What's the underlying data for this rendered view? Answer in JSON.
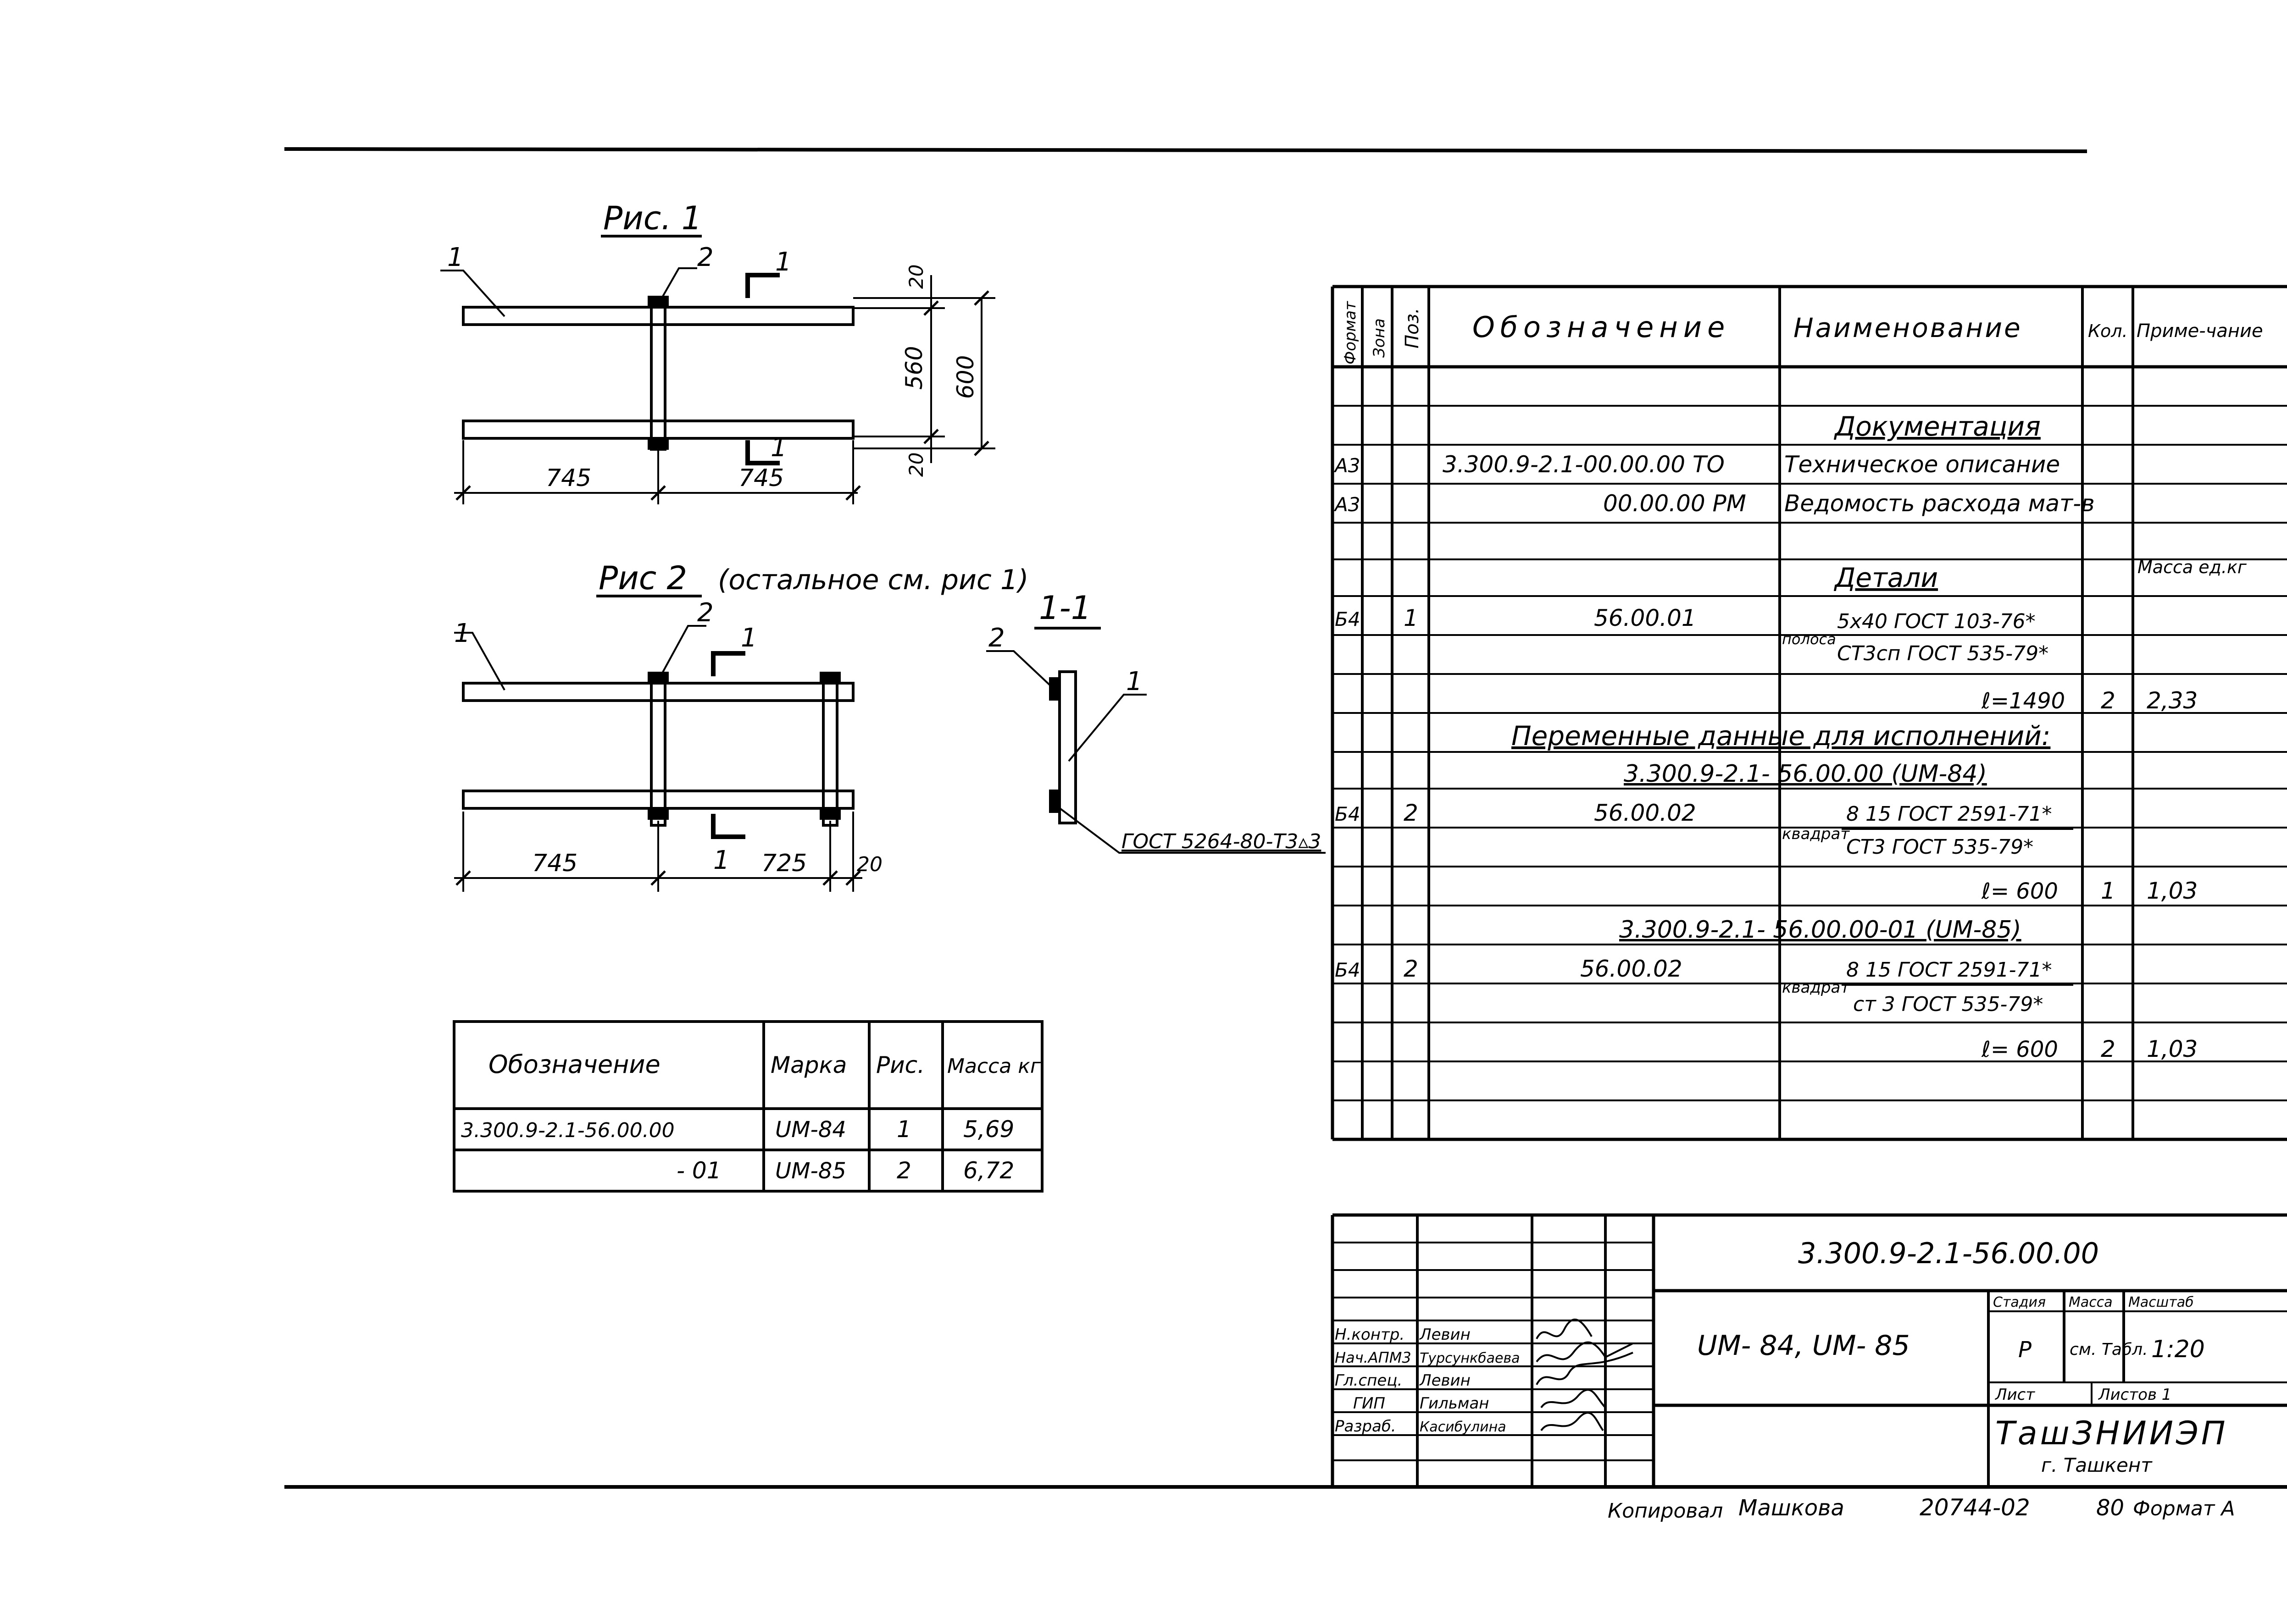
{
  "views": {
    "fig1": {
      "title": "Рис. 1",
      "pos1": "1",
      "pos2": "2",
      "cut1": "1",
      "cut2": "1",
      "dim_left": "745",
      "dim_right": "745",
      "dim_560": "560",
      "dim_600": "600",
      "dim_top20": "20",
      "dim_bot20": "20"
    },
    "fig2": {
      "title": "Рис 2",
      "title_note": "(остальное см. рис 1)",
      "pos1": "1",
      "pos2": "2",
      "cut1": "1",
      "cut2": "1",
      "dim_left": "745",
      "dim_mid": "725",
      "dim_end": "20"
    },
    "section": {
      "title": "1-1",
      "pos1": "1",
      "pos2": "2",
      "weld": "ГОСТ 5264-80-Т3▵3"
    }
  },
  "marks_table": {
    "headers": [
      "Обозначение",
      "Марка",
      "Рис.",
      "Масса кг"
    ],
    "rows": [
      [
        "3.300.9-2.1-56.00.00",
        "UM-84",
        "1",
        "5,69"
      ],
      [
        "- 01",
        "UM-85",
        "2",
        "6,72"
      ]
    ]
  },
  "spec": {
    "headers": {
      "format": "Формат",
      "zone": "Зона",
      "pos": "Поз.",
      "designation": "Обозначение",
      "name": "Наименование",
      "qty": "Кол.",
      "note": "Приме-чание"
    },
    "section_docs": "Документация",
    "doc1": {
      "format": "А3",
      "designation": "3.300.9-2.1-00.00.00 ТО",
      "name": "Техническое описание"
    },
    "doc2": {
      "format": "А3",
      "designation": "00.00.00 РМ",
      "name": "Ведомость расхода мат-в"
    },
    "section_details": "Детали",
    "mass_unit_head": "Масса ед.кг",
    "item1": {
      "format": "Б4",
      "pos": "1",
      "designation": "56.00.01",
      "prefix": "полоса",
      "line1": "5х40 ГОСТ 103-76*",
      "line2": "СТ3сп ГОСТ 535-79*",
      "length": "ℓ=1490",
      "qty": "2",
      "mass": "2,33"
    },
    "variable": "Переменные данные для исполнений:",
    "var1": "3.300.9-2.1-  56.00.00 (UM-84)",
    "item2": {
      "format": "Б4",
      "pos": "2",
      "designation": "56.00.02",
      "prefix": "квадрат",
      "line1": "8 15 ГОСТ 2591-71*",
      "line2": "СТ3 ГОСТ 535-79*",
      "length": "ℓ= 600",
      "qty": "1",
      "mass": "1,03"
    },
    "var2": "3.300.9-2.1-  56.00.00-01 (UM-85)",
    "item3": {
      "format": "Б4",
      "pos": "2",
      "designation": "56.00.02",
      "prefix": "квадрат",
      "line1": "8 15 ГОСТ 2591-71*",
      "line2": "ст 3 ГОСТ 535-79*",
      "length": "ℓ= 600",
      "qty": "2",
      "mass": "1,03"
    }
  },
  "title_block": {
    "code": "3.300.9-2.1-56.00.00",
    "product": "UM- 84, UM- 85",
    "stage_head": "Стадия",
    "mass_head": "Масса",
    "scale_head": "Масштаб",
    "stage": "Р",
    "mass": "см. Табл.",
    "scale": "1:20",
    "sheet": "Лист",
    "sheets": "Листов 1",
    "org": "ТашЗНИИЭП",
    "city": "г. Ташкент",
    "roles": [
      {
        "role": "Н.контр.",
        "name": "Левин"
      },
      {
        "role": "Нач.АПМ3",
        "name": "Турсункбаева"
      },
      {
        "role": "Гл.спец.",
        "name": "Левин"
      },
      {
        "role": "ГИП",
        "name": "Гильман"
      },
      {
        "role": "Разраб.",
        "name": "Касибулина"
      }
    ]
  },
  "footer": {
    "copied": "Копировал",
    "copier": "Машкова",
    "number": "20744-02",
    "sheet_no": "80",
    "format": "Формат А"
  }
}
